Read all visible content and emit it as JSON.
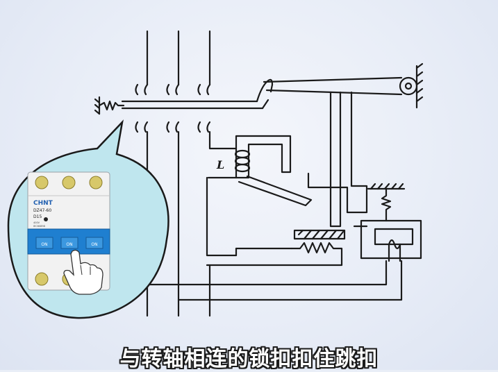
{
  "subtitle": "与转轴相连的锁扣扣住跳扣",
  "diagram": {
    "coil_label": "L"
  },
  "breaker": {
    "brand": "CHNT",
    "model": "DZ47-60",
    "rating": "D15",
    "small_text_1": "400V",
    "small_text_2": "IEC60898",
    "handle_labels": [
      "ON",
      "ON",
      "ON"
    ]
  },
  "colors": {
    "line": "#1a1a1a",
    "bubble_fill": "#bfe6ee",
    "breaker_blue": "#1f7fd0",
    "subtitle_text": "#ffffff"
  }
}
